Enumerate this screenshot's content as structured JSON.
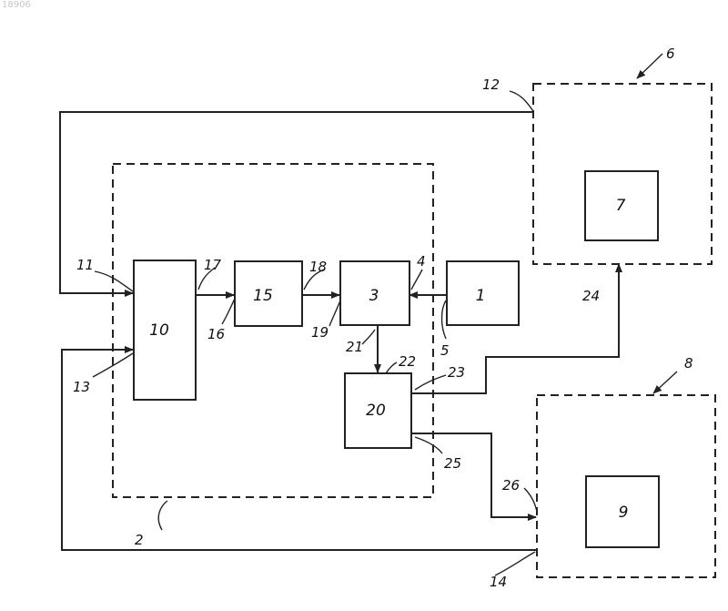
{
  "doc_id": "18906",
  "blocks": {
    "b1": "1",
    "b3": "3",
    "b7": "7",
    "b9": "9",
    "b10": "10",
    "b15": "15",
    "b20": "20"
  },
  "refs": {
    "r2": "2",
    "r4": "4",
    "r5": "5",
    "r6": "6",
    "r8": "8",
    "r11": "11",
    "r12": "12",
    "r13": "13",
    "r14": "14",
    "r16": "16",
    "r17": "17",
    "r18": "18",
    "r19": "19",
    "r21": "21",
    "r22": "22",
    "r23": "23",
    "r24": "24",
    "r25": "25",
    "r26": "26"
  }
}
